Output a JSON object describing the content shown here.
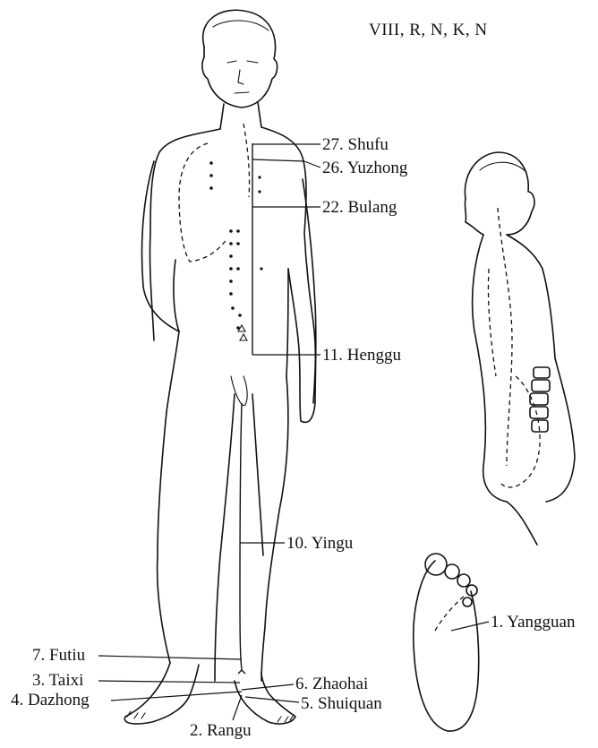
{
  "header": {
    "code": "VIII, R, N, K, N"
  },
  "points": [
    {
      "key": "p27",
      "label": "27. Shufu"
    },
    {
      "key": "p26",
      "label": "26. Yuzhong"
    },
    {
      "key": "p22",
      "label": "22. Bulang"
    },
    {
      "key": "p11",
      "label": "11. Henggu"
    },
    {
      "key": "p10",
      "label": "10. Yingu"
    },
    {
      "key": "p7",
      "label": "7. Futiu"
    },
    {
      "key": "p3",
      "label": "3. Taixi"
    },
    {
      "key": "p4",
      "label": "4. Dazhong"
    },
    {
      "key": "p6",
      "label": "6. Zhaohai"
    },
    {
      "key": "p5",
      "label": "5. Shuiquan"
    },
    {
      "key": "p2",
      "label": "2. Rangu"
    },
    {
      "key": "p1",
      "label": "1. Yangguan"
    }
  ]
}
